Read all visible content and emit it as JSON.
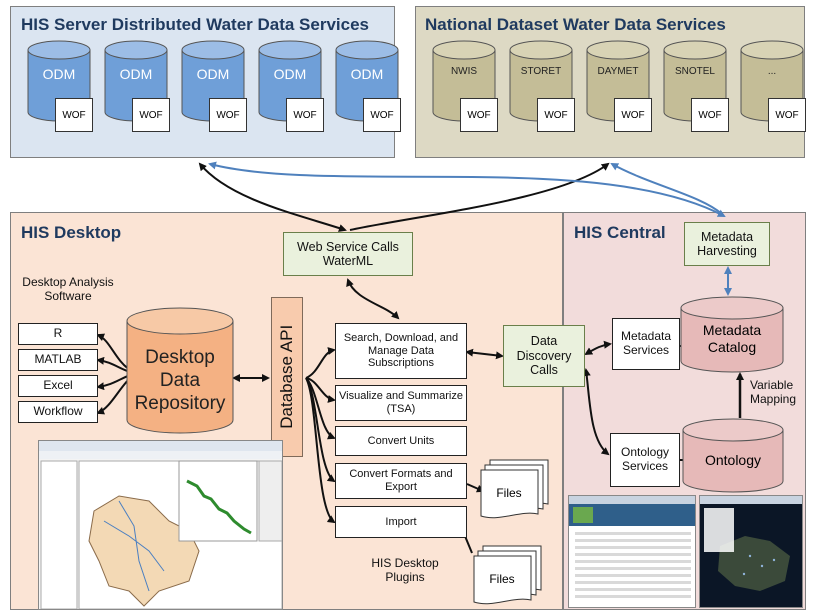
{
  "colors": {
    "server_panel": "#dbe5f1",
    "national_panel": "#ddd9c4",
    "desktop_panel": "#fbe4d5",
    "central_panel": "#f2dcdb",
    "odm_cylinder": "#6f9fd8",
    "national_cylinder": "#c4bd97",
    "desktop_repo": "#f4b183",
    "catalog": "#e6b9b8",
    "api_bar": "#f8cbad",
    "green_box": "#eaf1dd"
  },
  "server_panel": {
    "title": "HIS Server Distributed Water Data Services",
    "cylinders": [
      {
        "label": "ODM",
        "service": "WOF"
      },
      {
        "label": "ODM",
        "service": "WOF"
      },
      {
        "label": "ODM",
        "service": "WOF"
      },
      {
        "label": "ODM",
        "service": "WOF"
      },
      {
        "label": "ODM",
        "service": "WOF"
      }
    ]
  },
  "national_panel": {
    "title": "National Dataset Water Data Services",
    "cylinders": [
      {
        "label": "NWIS",
        "service": "WOF"
      },
      {
        "label": "STORET",
        "service": "WOF"
      },
      {
        "label": "DAYMET",
        "service": "WOF"
      },
      {
        "label": "SNOTEL",
        "service": "WOF"
      },
      {
        "label": "...",
        "service": "WOF"
      }
    ]
  },
  "desktop_panel": {
    "title": "HIS Desktop",
    "analysis_label": "Desktop Analysis Software",
    "software": [
      "R",
      "MATLAB",
      "Excel",
      "Workflow"
    ],
    "repository": "Desktop Data Repository",
    "api": "Database API",
    "web_service": "Web Service Calls WaterML",
    "plugins": [
      "Search, Download, and Manage Data Subscriptions",
      "Visualize and Summarize (TSA)",
      "Convert Units",
      "Convert Formats and Export",
      "Import"
    ],
    "plugins_label": "HIS Desktop Plugins",
    "files": [
      "Files",
      "Files"
    ]
  },
  "discovery": "Data Discovery Calls",
  "central_panel": {
    "title": "HIS Central",
    "harvesting": "Metadata Harvesting",
    "metadata_services": "Metadata Services",
    "catalog": "Metadata Catalog",
    "variable_mapping": "Variable Mapping",
    "ontology_services": "Ontology Services",
    "ontology": "Ontology"
  }
}
